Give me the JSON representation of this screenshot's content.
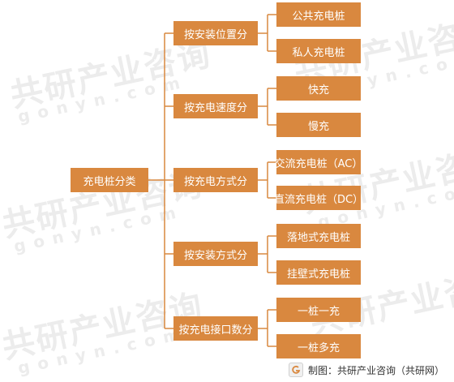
{
  "watermark": {
    "brand_cn": "共研产业咨询",
    "brand_en": "gonyn.com"
  },
  "diagram": {
    "root": "充电桩分类",
    "groups": [
      {
        "label": "按安装位置分",
        "children": [
          "公共充电桩",
          "私人充电桩"
        ]
      },
      {
        "label": "按充电速度分",
        "children": [
          "快充",
          "慢充"
        ]
      },
      {
        "label": "按充电方式分",
        "children": [
          "交流充电桩（AC）",
          "直流充电桩（DC）"
        ]
      },
      {
        "label": "按安装方式分",
        "children": [
          "落地式充电桩",
          "挂壁式充电桩"
        ]
      },
      {
        "label": "按充电接口数分",
        "children": [
          "一桩一充",
          "一桩多充"
        ]
      }
    ]
  },
  "footer": {
    "source": "制图：共研产业咨询（共研网）"
  },
  "colors": {
    "box_fill": "#d9883f",
    "line": "#d9883f",
    "text": "#ffffff"
  }
}
